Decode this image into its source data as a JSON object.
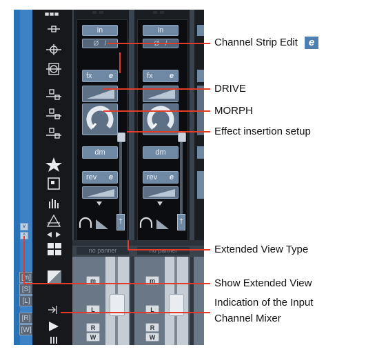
{
  "strip": {
    "input_label": "in",
    "fx_label": "fx",
    "edit_glyph": "e",
    "dm_label": "dm",
    "rev_label": "rev",
    "panner_text": "no panner",
    "btn_m": "m",
    "btn_l": "L",
    "btn_r": "R",
    "btn_w": "W"
  },
  "left_buttons": [
    "[m]",
    "[S]",
    "[L]",
    "[R]",
    "[W]"
  ],
  "callouts": {
    "channel_strip_edit": "Channel Strip Edit",
    "edit_badge": "e",
    "drive": "DRIVE",
    "morph": "MORPH",
    "effect_insertion": "Effect insertion setup",
    "extended_view_type": "Extended View Type",
    "show_extended_view": "Show Extended View",
    "input_indication_line1": "Indication of the Input",
    "input_indication_line2": "Channel Mixer"
  },
  "icons": [
    "rack-icon",
    "insert-icon",
    "sends-icon",
    "routing-icon",
    "eq-icon",
    "star-icon",
    "square-icon",
    "meter-icon",
    "pyramid-icon",
    "chevron-icon",
    "grid-icon",
    "split-icon",
    "input-arrow-icon",
    "play-icon",
    "bars-icon"
  ],
  "colors": {
    "accent": "#e33a2a",
    "button": "#6f88a4",
    "sidebar": "#2a72b6",
    "badge": "#4d7fb0"
  }
}
